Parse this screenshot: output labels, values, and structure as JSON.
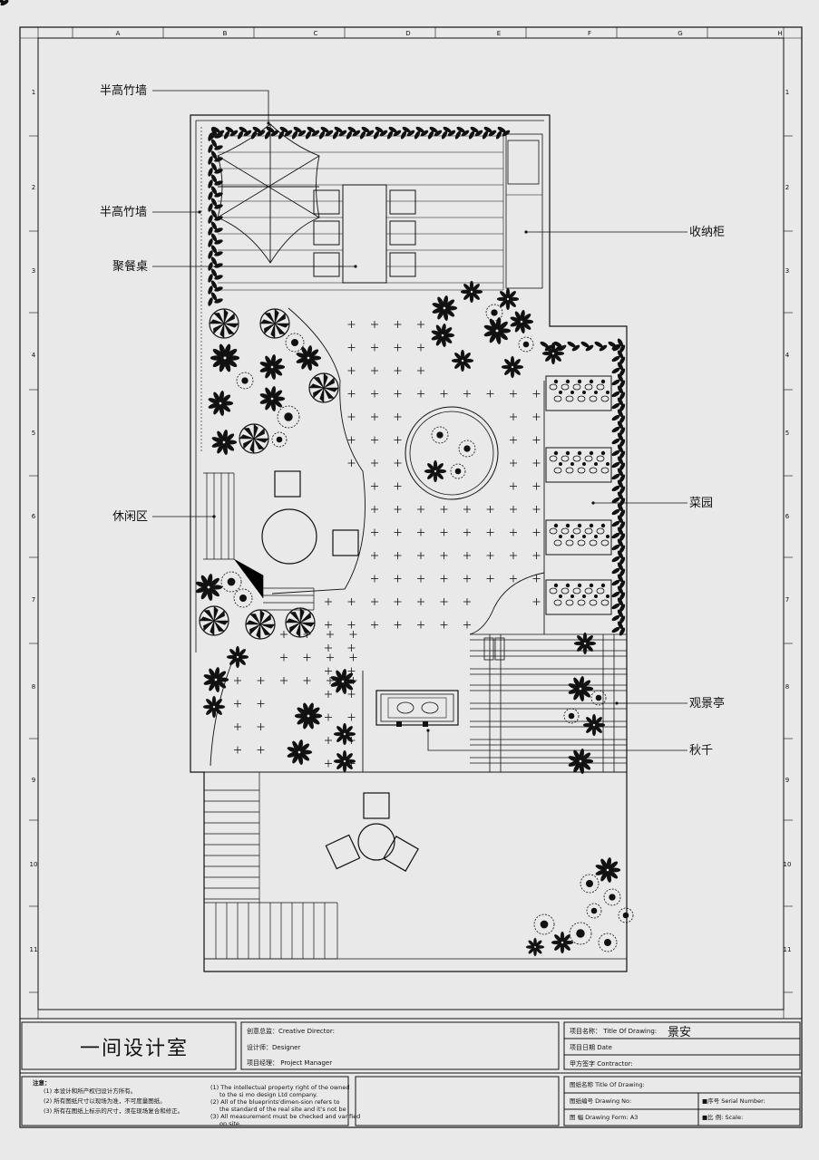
{
  "frame": {
    "columns": [
      "A",
      "B",
      "C",
      "D",
      "E",
      "F",
      "G",
      "H"
    ],
    "rows": [
      "1",
      "2",
      "3",
      "4",
      "5",
      "6",
      "7",
      "8",
      "9",
      "10",
      "11"
    ]
  },
  "labels": {
    "bamboo_wall_top": "半高竹墙",
    "bamboo_wall_left": "半高竹墙",
    "dining_table": "聚餐桌",
    "lounge": "休闲区",
    "storage": "收纳柜",
    "vegetable_garden": "菜园",
    "pavilion": "观景亭",
    "swing": "秋千"
  },
  "title_block": {
    "studio": "一间设计室",
    "creative_director": "创意总监：Creative Director:",
    "designer": "设计师：Designer",
    "project_manager": "项目经理：  Project Manager",
    "project_name_label": "项目名称： Title Of Drawing:",
    "project_name": "景安",
    "project_date": "项目日期  Date",
    "client_sign": "甲方签字  Contractor:",
    "notes_title": "注意：",
    "notes_cn": [
      "(1) 本设计和所产权归设计方所有。",
      "(2) 所有图纸尺寸以现场为准，不可度量图纸。",
      "(3) 所有在图纸上标示的尺寸，须在现场复合和修正。"
    ],
    "notes_en": [
      "(1) The intellectual property right of the owned",
      "to the si mo design Ltd company.",
      "(2) All of the blueprints'dimen-sion refers to",
      "the standard of the real site and it's not be",
      "(3) All measurement must be checked and varified",
      "on site."
    ],
    "drawing_title": "图纸名称 Title Of Drawing:",
    "drawing_no": "图纸编号 Drawing No:",
    "serial_no": "■序号 Serial Number:",
    "drawing_form": "图  幅 Drawing Form:  A3",
    "scale": "■比 例: Scale:"
  }
}
